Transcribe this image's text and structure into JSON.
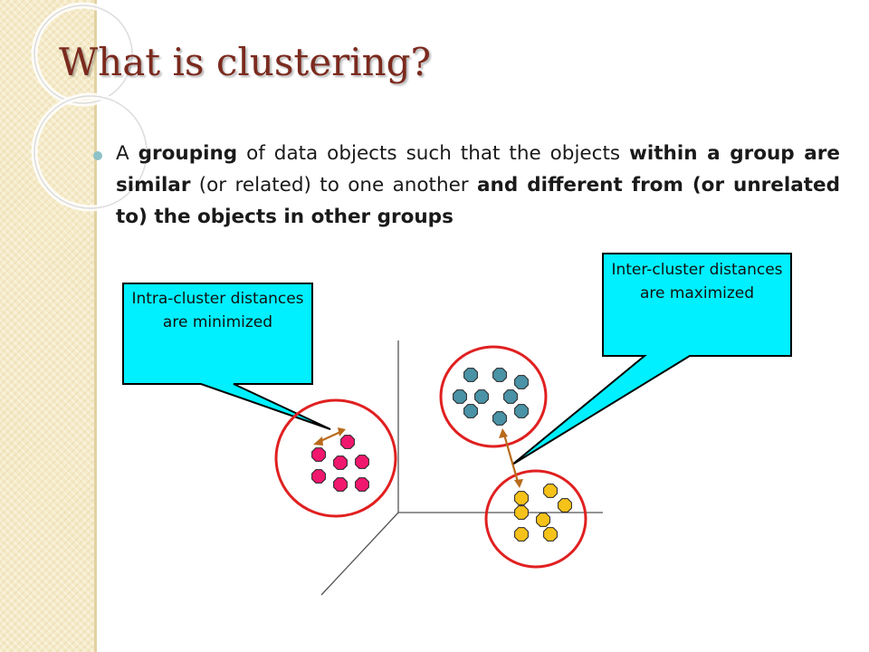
{
  "slide": {
    "title": "What is clustering?",
    "bullet": {
      "parts": [
        {
          "text": "A ",
          "bold": false
        },
        {
          "text": "grouping",
          "bold": true
        },
        {
          "text": " of data objects such that the objects ",
          "bold": false
        },
        {
          "text": "within a group are similar",
          "bold": true
        },
        {
          "text": " (or related) to one another ",
          "bold": false
        },
        {
          "text": "and different from (or unrelated to) the objects in other groups",
          "bold": true
        }
      ]
    }
  },
  "callouts": {
    "intra": "Intra-cluster distances are minimized",
    "inter": "Inter-cluster distances are maximized"
  },
  "colors": {
    "callout_fill": "#00f0ff",
    "circle_stroke": "#e02020",
    "arrow": "#b86a1a",
    "cluster_pink": "#f0186e",
    "cluster_teal": "#4a92a6",
    "cluster_yellow": "#f5c21a",
    "title": "#7b2a1e"
  }
}
